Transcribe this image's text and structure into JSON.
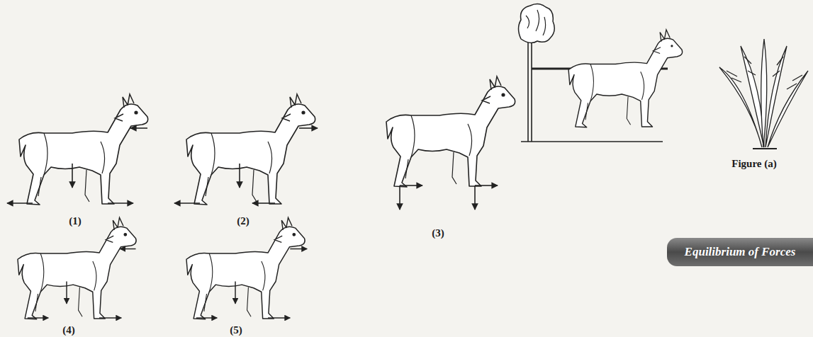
{
  "diagram": {
    "nodes": [
      {
        "text": [
          "Equilibrium of Forces"
        ]
      }
    ],
    "labels": [
      "(1)",
      "(2)",
      "(3)",
      "(4)",
      "(5)",
      "Figure (a)"
    ]
  }
}
